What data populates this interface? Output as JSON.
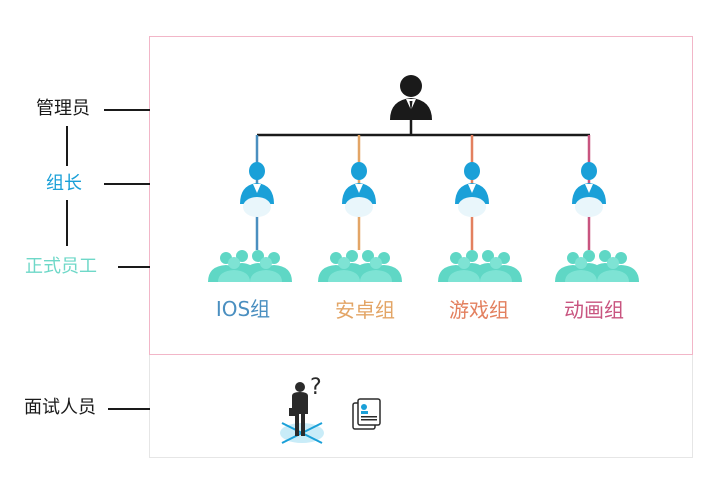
{
  "roles": {
    "admin": "管理员",
    "leader": "组长",
    "staff": "正式员工",
    "interviewee": "面试人员"
  },
  "groups": [
    {
      "label": "IOS组",
      "color": "#4a8fc0"
    },
    {
      "label": "安卓组",
      "color": "#e3a566"
    },
    {
      "label": "游戏组",
      "color": "#e3805f"
    },
    {
      "label": "动画组",
      "color": "#c8547f"
    }
  ],
  "colors": {
    "admin_text": "#1a1a1a",
    "leader_text": "#1aa0d8",
    "staff_text": "#6fd8c8",
    "interviewee_text": "#1a1a1a",
    "leader_icon": "#1aa0d8",
    "staff_icon": "#5fd7c5",
    "admin_icon": "#1a1a1a",
    "tree_line": "#1a1a1a"
  },
  "icons": {
    "admin": "manager-person-icon",
    "leader": "leader-person-icon",
    "staff": "staff-group-icon",
    "interviewee": "interviewee-question-icon",
    "resume": "resume-document-icon"
  }
}
